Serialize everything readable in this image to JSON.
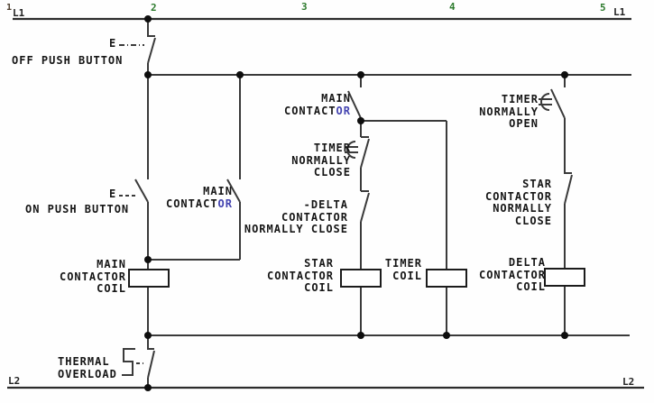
{
  "diagram_type": "star-delta-starter-control-circuit",
  "colors": {
    "wire": "#3a3a3a",
    "rail": "#2c2c2c",
    "text": "#161616",
    "wire_marker_green": "#2c7a2c",
    "artifact_blue": "#4343b0",
    "background": "#fefefe"
  },
  "rails": {
    "top_left_num": "1",
    "top_left_rail": "L1",
    "marker_2": "2",
    "marker_3": "3",
    "marker_4": "4",
    "marker_5": "5",
    "top_right_rail": "L1",
    "bottom_left_rail": "L2",
    "bottom_right_rail": "L2"
  },
  "labels": {
    "off_push_button": "OFF PUSH BUTTON",
    "off_actuator": "E",
    "on_push_button": "ON PUSH BUTTON",
    "on_actuator": "E",
    "main_holding": {
      "l1": "MAIN",
      "l2a": "CONTACT",
      "l2b": "OR"
    },
    "main_coil": {
      "l1": "MAIN",
      "l2": "CONTACTOR",
      "l3": "COIL"
    },
    "thermal": {
      "l1": "THERMAL",
      "l2": "OVERLOAD"
    },
    "main_mid": {
      "l1": "MAIN",
      "l2a": "CONTACT",
      "l2b": "OR"
    },
    "timer_nc": {
      "l1": "TIMER",
      "l2": "NORMALLY",
      "l3": "CLOSE"
    },
    "delta_nc": {
      "l1": "-DELTA",
      "l2": "CONTACTOR",
      "l3": "NORMALLY CLOSE"
    },
    "star_coil": {
      "l1": "STAR",
      "l2": "CONTACTOR",
      "l3": "COIL"
    },
    "timer_coil": {
      "l1": "TIMER",
      "l2": "COIL"
    },
    "timer_no": {
      "l1": "TIMER",
      "l2": "NORMALLY",
      "l3": "OPEN"
    },
    "star_nc": {
      "l1": "STAR",
      "l2": "CONTACTOR",
      "l3": "NORMALLY",
      "l4": "CLOSE"
    },
    "delta_coil": {
      "l1": "DELTA",
      "l2": "CONTACTOR",
      "l3": "COIL"
    }
  }
}
